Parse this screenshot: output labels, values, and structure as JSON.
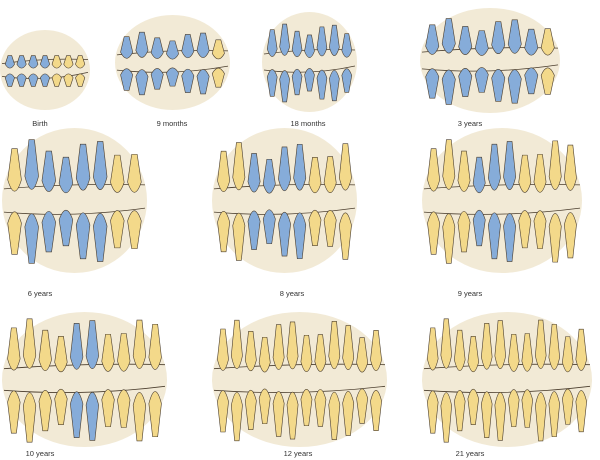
{
  "colors": {
    "primary_tooth": "#86acd9",
    "permanent_tooth": "#f3d98a",
    "bone": "#efe5cc",
    "outline": "#4b3e2e"
  },
  "stages": [
    {
      "label": "Birth"
    },
    {
      "label": "9 months"
    },
    {
      "label": "18 months"
    },
    {
      "label": "3 years"
    },
    {
      "label": "6 years"
    },
    {
      "label": "8 years"
    },
    {
      "label": "9 years"
    },
    {
      "label": "10 years"
    },
    {
      "label": "12 years"
    },
    {
      "label": "21 years"
    }
  ]
}
